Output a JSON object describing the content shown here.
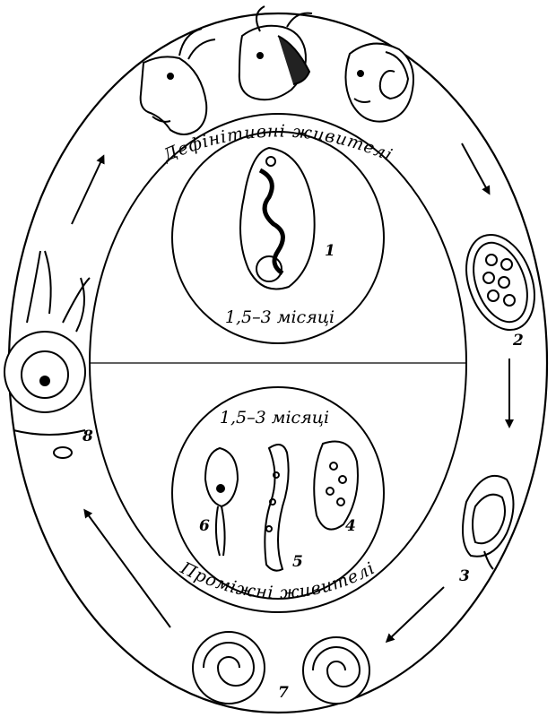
{
  "diagram": {
    "ring_labels": {
      "definitive_hosts": "Дефінітивні живителі",
      "intermediate_hosts": "Проміжні живителі"
    },
    "durations": {
      "upper": "1,5–3 місяці",
      "lower": "1,5–3 місяці"
    },
    "stage_numbers": [
      "1",
      "2",
      "3",
      "4",
      "5",
      "6",
      "7",
      "8"
    ]
  }
}
